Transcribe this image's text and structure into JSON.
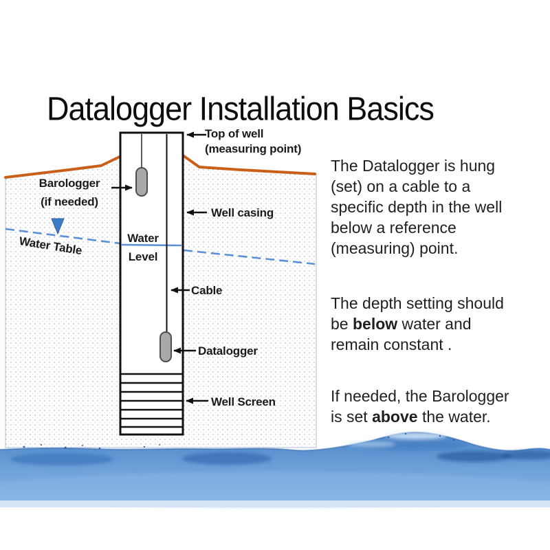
{
  "title": "Datalogger Installation Basics",
  "diagram": {
    "labels": {
      "top_of_well": "Top of well\n(measuring point)",
      "barologger": "Barologger\n(if needed)",
      "well_casing": "Well casing",
      "water_table": "Water Table",
      "water_level": "Water\nLevel",
      "cable": "Cable",
      "datalogger": "Datalogger",
      "well_screen": "Well Screen"
    },
    "colors": {
      "ground_surface_orange": "#c9601a",
      "ground_dot_gray": "#b8c0cd",
      "water_table_blue": "#5b8fd6",
      "marker_triangle_blue": "#3d7cc9",
      "device_gray": "#a9a9a9",
      "well_outline_black": "#111111",
      "water_surface_dark": "#2f66ad",
      "water_body_blue": "#6ba0d8",
      "water_light_blue": "#8ab6e6",
      "text_ink": "#1a1a1a"
    }
  },
  "paragraphs": [
    {
      "segments": [
        {
          "t": "The Datalogger is hung\n(set) on a cable to a\nspecific depth in the well\nbelow a reference\n(measuring) point."
        }
      ]
    },
    {
      "segments": [
        {
          "t": "The depth setting should\nbe "
        },
        {
          "t": "below",
          "b": true
        },
        {
          "t": " water and\nremain constant ."
        }
      ]
    },
    {
      "segments": [
        {
          "t": "If needed, the Barologger\nis set "
        },
        {
          "t": "above",
          "b": true
        },
        {
          "t": " the water."
        }
      ]
    }
  ]
}
